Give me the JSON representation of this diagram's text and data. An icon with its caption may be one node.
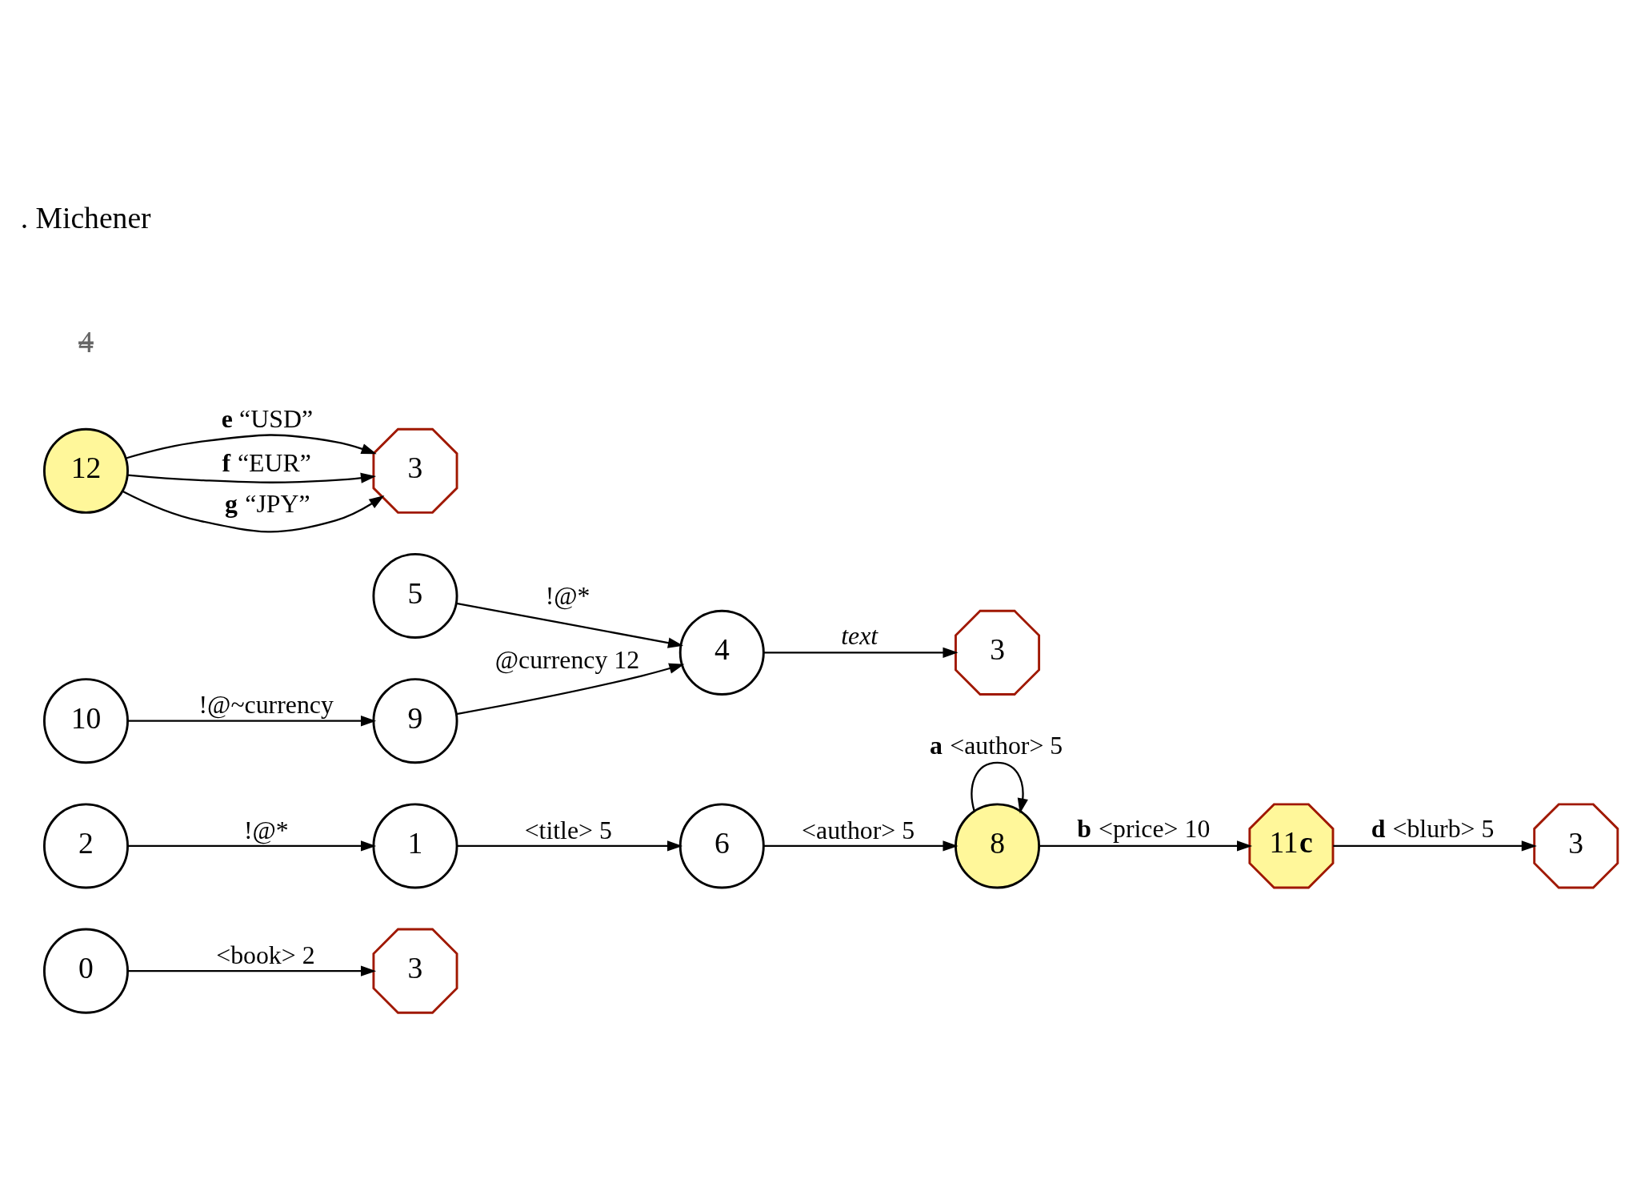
{
  "diagram": {
    "nodes": [
      {
        "text": [
          "0"
        ]
      },
      {
        "text": [
          "3"
        ]
      },
      {
        "text": [
          "2"
        ]
      },
      {
        "text": [
          "1"
        ]
      },
      {
        "text": [
          "6"
        ]
      },
      {
        "text": [
          "3"
        ]
      },
      {
        "text": [
          "11**c**"
        ]
      },
      {
        "text": [
          "8"
        ]
      },
      {
        "text": [
          "5"
        ]
      },
      {
        "text": [
          "4"
        ]
      },
      {
        "text": [
          "3"
        ]
      },
      {
        "text": [
          "12"
        ]
      },
      {
        "text": [
          "3"
        ]
      },
      {
        "text": [
          "10"
        ]
      },
      {
        "text": [
          "9"
        ]
      }
    ],
    "edges": [
      {
        "from": 0,
        "to": 1,
        "arrow": "to",
        "label": "<book> 2"
      },
      {
        "from": 2,
        "to": 3,
        "arrow": "to",
        "label": "!@*"
      },
      {
        "from": 3,
        "to": 4,
        "arrow": "to",
        "label": "<title> 5"
      },
      {
        "from": 4,
        "to": 7,
        "arrow": "to",
        "label": "<author> 5"
      },
      {
        "from": 7,
        "to": 6,
        "arrow": "to",
        "label": "**b** <price> 10"
      },
      {
        "from": 6,
        "to": 5,
        "arrow": "to",
        "label": "**d** <blurb> 5"
      },
      {
        "from": 7,
        "to": 7,
        "arrow": "to",
        "label": "**a** <author> 5"
      },
      {
        "from": 8,
        "to": 9,
        "arrow": "to",
        "label": "!@*"
      },
      {
        "from": 9,
        "to": 10,
        "arrow": "to",
        "label": "*text*"
      },
      {
        "from": 14,
        "to": 9,
        "arrow": "to",
        "label": "@currency 12"
      },
      {
        "from": 13,
        "to": 14,
        "arrow": "to",
        "label": "!@~currency"
      },
      {
        "from": 11,
        "to": 12,
        "arrow": "to",
        "label": "**e** “USD”"
      },
      {
        "from": 11,
        "to": 12,
        "arrow": "to",
        "label": "**f** “EUR”"
      },
      {
        "from": 11,
        "to": 12,
        "arrow": "to",
        "label": "**g** “JPY”"
      }
    ],
    "labels": [
      "4",
      ". Michener"
    ]
  }
}
